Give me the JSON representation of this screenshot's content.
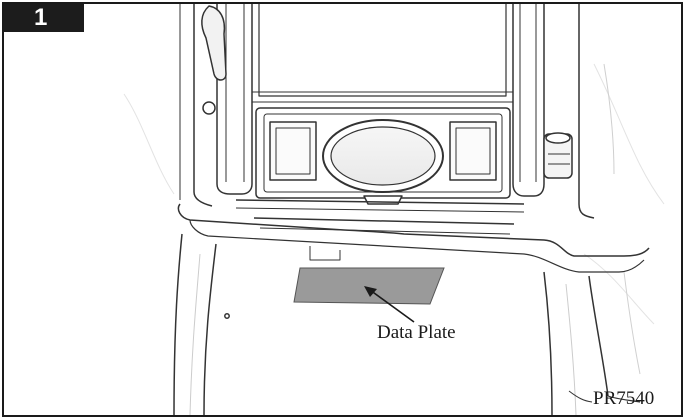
{
  "figure": {
    "number": "1",
    "callout": "Data Plate",
    "reference_code": "PR7540"
  },
  "colors": {
    "frame": "#1a1a1a",
    "badge_background": "#1c1c1c",
    "line_art": "#333333",
    "data_plate_fill": "#9a9a9a"
  }
}
